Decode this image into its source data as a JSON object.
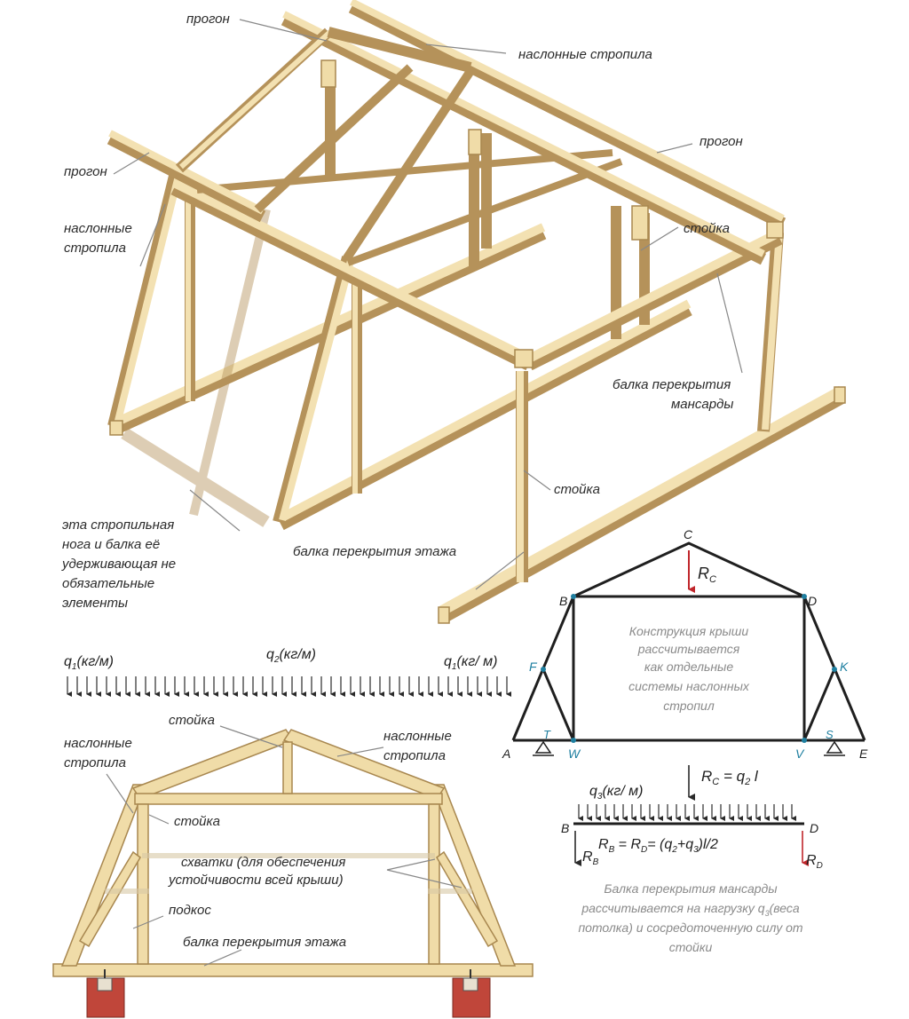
{
  "colors": {
    "wood_fill": "#f0dca8",
    "wood_edge": "#a8874f",
    "wood_side": "#d9bf85",
    "red_arrow": "#c0262b",
    "brick": "#c0463a",
    "node_teal": "#1e7fa0",
    "line_dark": "#1f1f1f"
  },
  "top_3d": {
    "labels": {
      "progon_top": "прогон",
      "progon_left": "прогон",
      "progon_right": "прогон",
      "nasl_strop_top": "наслонные стропила",
      "nasl_strop_left_1": "наслонные",
      "nasl_strop_left_2": "стропила",
      "stoyka_right": "стойка",
      "balka_mans_1": "балка перекрытия",
      "balka_mans_2": "мансарды",
      "stoyka_mid": "стойка",
      "balka_etazha": "балка перекрытия этажа",
      "optional_1": "эта стропильная",
      "optional_2": "нога и балка её",
      "optional_3": "удерживающая не",
      "optional_4": "обязательные",
      "optional_5": "элементы"
    }
  },
  "scheme": {
    "points": {
      "A": "A",
      "B": "B",
      "C": "C",
      "D": "D",
      "E": "E",
      "F": "F",
      "K": "K",
      "T": "T",
      "S": "S",
      "W": "W",
      "V": "V"
    },
    "rc_arrow": "R",
    "rc_sub": "C",
    "desc_1": "Конструкция крыши",
    "desc_2": "рассчитывается",
    "desc_3": "как отдельные",
    "desc_4": "системы наслонных",
    "desc_5": "стропил",
    "rc_eq_r": "R",
    "rc_eq_sub": "C",
    "rc_eq_rest": " = q",
    "rc_eq_sub2": "2",
    "rc_eq_l": " l",
    "q3_label": "q",
    "q3_sub": "3",
    "q3_unit": "(кг/ м)",
    "beam_B": "B",
    "beam_D": "D",
    "rb_r": "R",
    "rb_sub": "B",
    "rd_r": "R",
    "rd_sub": "D",
    "formula": "R  = R  = (q  +q )l/2",
    "f_r1": "R",
    "f_s1": "B",
    "f_eq1": " = R",
    "f_s2": "D",
    "f_eq2": "= (q",
    "f_s3": "2",
    "f_plus": "+q",
    "f_s4": "3",
    "f_end": ")l/2",
    "bottom_1": "Балка перекрытия мансарды",
    "bottom_2": "рассчитывается на нагрузку q",
    "bottom_2_sub": "3",
    "bottom_2_end": "(веса",
    "bottom_3": "потолка) и сосредоточенную силу от",
    "bottom_4": "стойки"
  },
  "section": {
    "q1_left": "q",
    "q1_left_sub": "1",
    "q1_left_unit": "(кг/м)",
    "q2": "q",
    "q2_sub": "2",
    "q2_unit": "(кг/м)",
    "q1_right": "q",
    "q1_right_sub": "1",
    "q1_right_unit": "(кг/ м)",
    "stoyka_top": "стойка",
    "nasl_left_1": "наслонные",
    "nasl_left_2": "стропила",
    "nasl_right_1": "наслонные",
    "nasl_right_2": "стропила",
    "stoyka_inner": "стойка",
    "shvatki_1": "схватки (для обеспечения",
    "shvatki_2": "устойчивости всей крыши)",
    "podkos": "подкос",
    "balka_etazha": "балка перекрытия этажа"
  }
}
